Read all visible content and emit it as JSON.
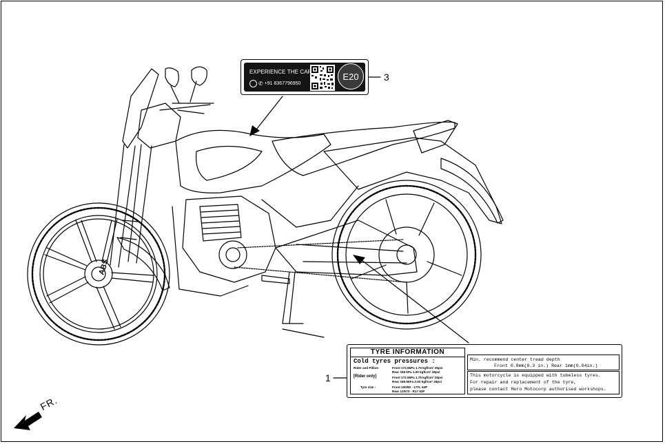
{
  "callouts": {
    "care_label_number": "3",
    "tyre_label_number": "1"
  },
  "care_label": {
    "title": "EXPERIENCE THE CARE",
    "phone": "+91 8367796950",
    "badge": "E20",
    "icons": [
      "whatsapp-icon",
      "phone-icon",
      "qr-code"
    ]
  },
  "tyre_label": {
    "heading": "TYRE INFORMATION",
    "cold_title": "Cold tyres pressures :",
    "rider_pillion_label": "Rider and Pillion",
    "rider_pillion_front": "Front 172.5kPa  1.75 kgf/cm²  25psi",
    "rider_pillion_rear": "Rear 196 kPa  1.00 kgf/cm²  28psi",
    "rider_only_label": "[Rider only]",
    "rider_only_front": "Front 172.5kPa  1.75 kgf/cm²  25psi",
    "rider_only_rear": "Rear 186.5kPa  2.00 kgf/cm²  28psi",
    "tyre_size_label": "Tyre size :",
    "tyre_size_front": "Front 100/80 - 17TL  52P",
    "tyre_size_rear": "Rear 120/70 - R17  62P",
    "tread_title": "Min. recommend center tread depth",
    "tread_values": "Front 0.8mm(0.3 in.)   Rear 1mm(0.04in.)",
    "tubeless_line1": "This motorcycle is equipped with tubeless tyres.",
    "tubeless_line2": "For repair and replacement of the tyre,",
    "tubeless_line3": "please contact Hero Motocorp authorised workshops."
  },
  "motorcycle": {
    "fork_text": "ABS"
  },
  "direction": {
    "label": "FR."
  }
}
